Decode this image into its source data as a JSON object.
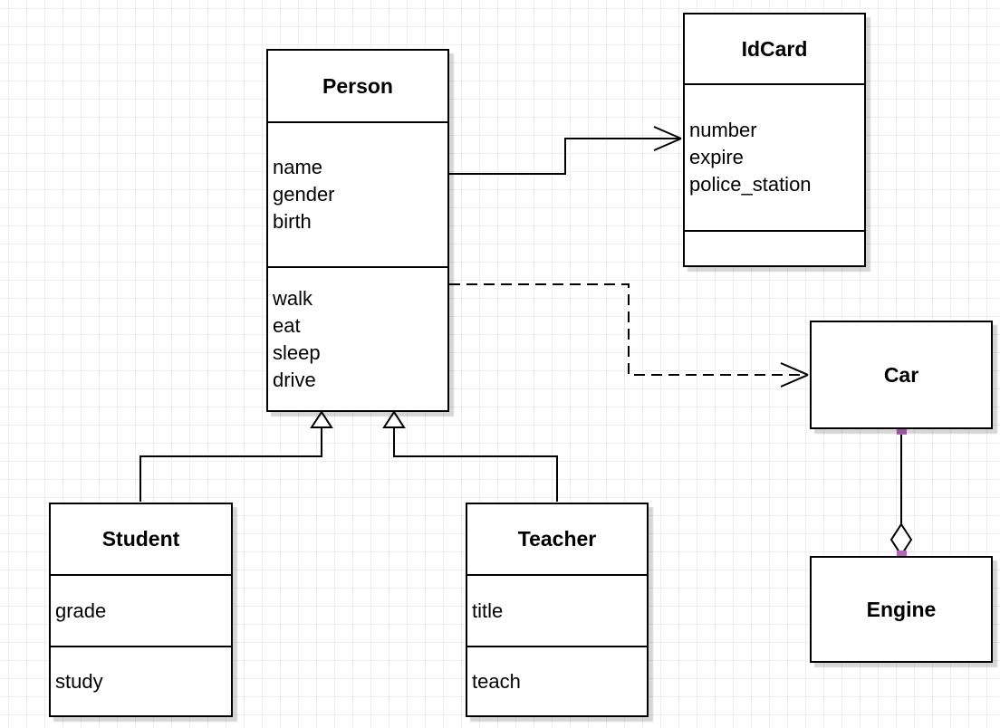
{
  "diagram": {
    "tool": "uml-class-diagram-canvas",
    "classes": [
      {
        "id": "person",
        "name": "Person",
        "attributes": [
          "name",
          "gender",
          "birth"
        ],
        "methods": [
          "walk",
          "eat",
          "sleep",
          "drive"
        ]
      },
      {
        "id": "idcard",
        "name": "IdCard",
        "attributes": [
          "number",
          "expire",
          "police_station"
        ],
        "methods": []
      },
      {
        "id": "car",
        "name": "Car",
        "attributes": [],
        "methods": []
      },
      {
        "id": "engine",
        "name": "Engine",
        "attributes": [],
        "methods": []
      },
      {
        "id": "student",
        "name": "Student",
        "attributes": [
          "grade"
        ],
        "methods": [
          "study"
        ]
      },
      {
        "id": "teacher",
        "name": "Teacher",
        "attributes": [
          "title"
        ],
        "methods": [
          "teach"
        ]
      }
    ],
    "relationships": [
      {
        "from": "Person",
        "to": "IdCard",
        "type": "association",
        "line": "solid",
        "end_marker": "open-arrow"
      },
      {
        "from": "Person",
        "to": "Car",
        "type": "dependency",
        "line": "dashed",
        "end_marker": "open-arrow"
      },
      {
        "from": "Student",
        "to": "Person",
        "type": "generalization",
        "line": "solid",
        "end_marker": "hollow-triangle"
      },
      {
        "from": "Teacher",
        "to": "Person",
        "type": "generalization",
        "line": "solid",
        "end_marker": "hollow-triangle"
      },
      {
        "from": "Car",
        "to": "Engine",
        "type": "aggregation",
        "line": "solid",
        "end_marker": "hollow-diamond"
      }
    ],
    "colors": {
      "box_fill": "#ffffff",
      "box_border": "#000000",
      "text": "#000000",
      "grid_line": "#ededed",
      "shadow": "rgba(0,0,0,0.16)",
      "endpoint_handle": "#b666b8"
    }
  }
}
